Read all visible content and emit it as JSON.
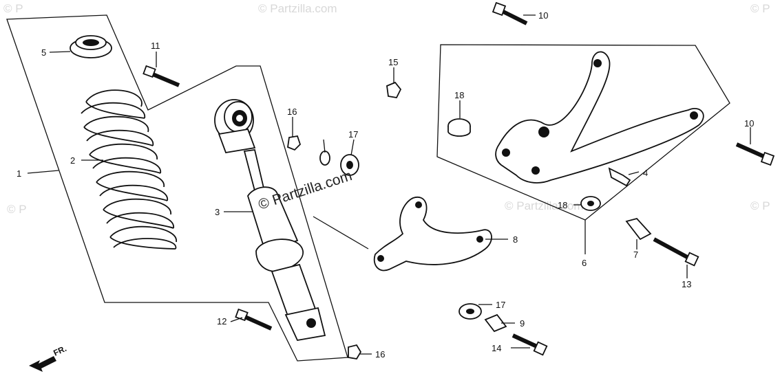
{
  "watermarks": {
    "main": "© Partzilla.com",
    "faint": "© Partzilla.com",
    "faint_short": "© P"
  },
  "front_arrow": {
    "label": "FR."
  },
  "callouts": [
    {
      "id": "c1",
      "label": "1"
    },
    {
      "id": "c2",
      "label": "2"
    },
    {
      "id": "c3",
      "label": "3"
    },
    {
      "id": "c4",
      "label": "4"
    },
    {
      "id": "c5",
      "label": "5"
    },
    {
      "id": "c6",
      "label": "6"
    },
    {
      "id": "c7",
      "label": "7"
    },
    {
      "id": "c8",
      "label": "8"
    },
    {
      "id": "c9",
      "label": "9"
    },
    {
      "id": "c10a",
      "label": "10"
    },
    {
      "id": "c10b",
      "label": "10"
    },
    {
      "id": "c11",
      "label": "11"
    },
    {
      "id": "c12",
      "label": "12"
    },
    {
      "id": "c13",
      "label": "13"
    },
    {
      "id": "c14",
      "label": "14"
    },
    {
      "id": "c15",
      "label": "15"
    },
    {
      "id": "c16a",
      "label": "16"
    },
    {
      "id": "c16b",
      "label": "16"
    },
    {
      "id": "c17a",
      "label": "17"
    },
    {
      "id": "c17b",
      "label": "17"
    },
    {
      "id": "c18a",
      "label": "18"
    },
    {
      "id": "c18b",
      "label": "18"
    }
  ]
}
